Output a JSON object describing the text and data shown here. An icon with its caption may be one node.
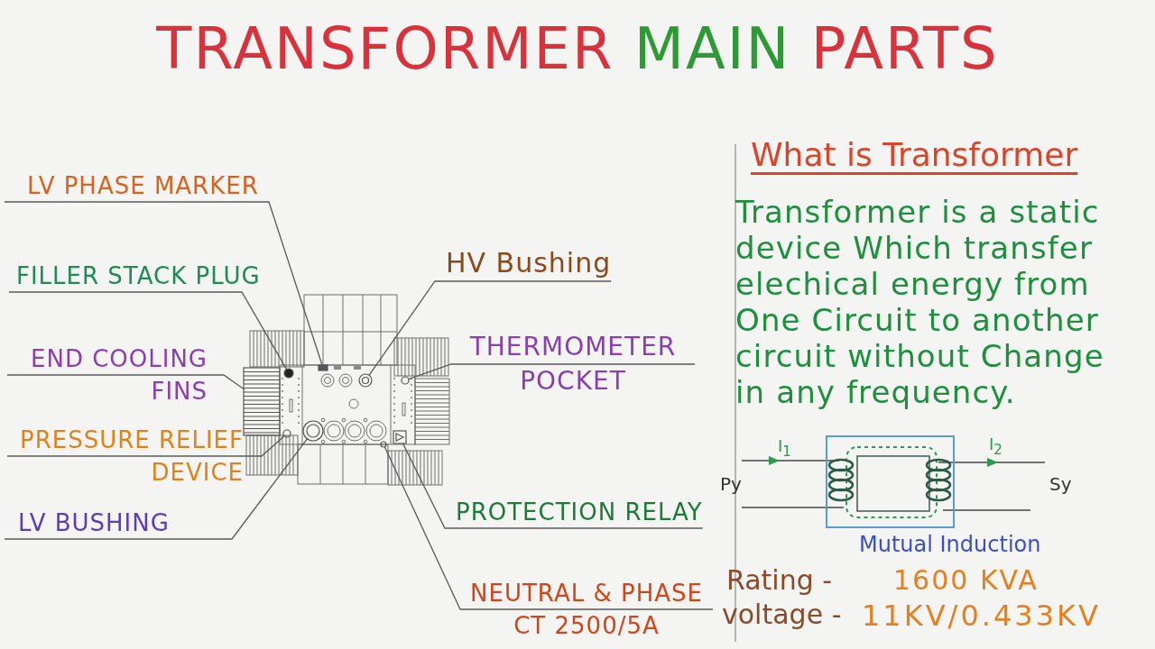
{
  "diagram": {
    "title": "TRANSFORMER MAIN PARTS",
    "nodes": [
      {
        "text": [
          "LV PHASE MARKER"
        ]
      },
      {
        "text": [
          "FILLER STACK PLUG"
        ]
      },
      {
        "text": [
          "END COOLING FINS"
        ]
      },
      {
        "text": [
          "PRESSURE RELIEF DEVICE"
        ]
      },
      {
        "text": [
          "LV BUSHING"
        ]
      },
      {
        "text": [
          "HV Bushing"
        ]
      },
      {
        "text": [
          "THERMOMETER POCKET"
        ]
      },
      {
        "text": [
          "PROTECTION RELAY"
        ]
      },
      {
        "text": [
          "NEUTRAL & PHASE CT 2500/5A"
        ]
      },
      {
        "text": [],
        "shape": "box"
      },
      {
        "text": [],
        "shape": "circle"
      },
      {
        "text": [],
        "shape": "box"
      },
      {
        "text": [],
        "shape": "circle"
      },
      {
        "text": [],
        "shape": "circle"
      },
      {
        "text": [],
        "shape": "circle"
      },
      {
        "text": [],
        "shape": "circle"
      },
      {
        "text": [],
        "shape": "box"
      },
      {
        "text": [],
        "shape": "circle"
      }
    ],
    "edges": [
      {
        "from": 0,
        "to": 9,
        "arrow": "none"
      },
      {
        "from": 1,
        "to": 10,
        "arrow": "none"
      },
      {
        "from": 2,
        "to": 11,
        "arrow": "none"
      },
      {
        "from": 3,
        "to": 12,
        "arrow": "none"
      },
      {
        "from": 4,
        "to": 13,
        "arrow": "none"
      },
      {
        "from": 5,
        "to": 14,
        "arrow": "none"
      },
      {
        "from": 6,
        "to": 15,
        "arrow": "none"
      },
      {
        "from": 7,
        "to": 16,
        "arrow": "none"
      },
      {
        "from": 8,
        "to": 17,
        "arrow": "none"
      }
    ],
    "labels": [
      "What is Transformer",
      "Transformer is a static device Which transfer elechical energy from One Circuit to another circuit without Change in any frequency.",
      "I$_{1}$",
      "I$_{2}$",
      "Py",
      "Sy",
      "Mutual Induction",
      "Rating -",
      "1600 KVA",
      "voltage -",
      "11KV/0.433KV"
    ]
  }
}
